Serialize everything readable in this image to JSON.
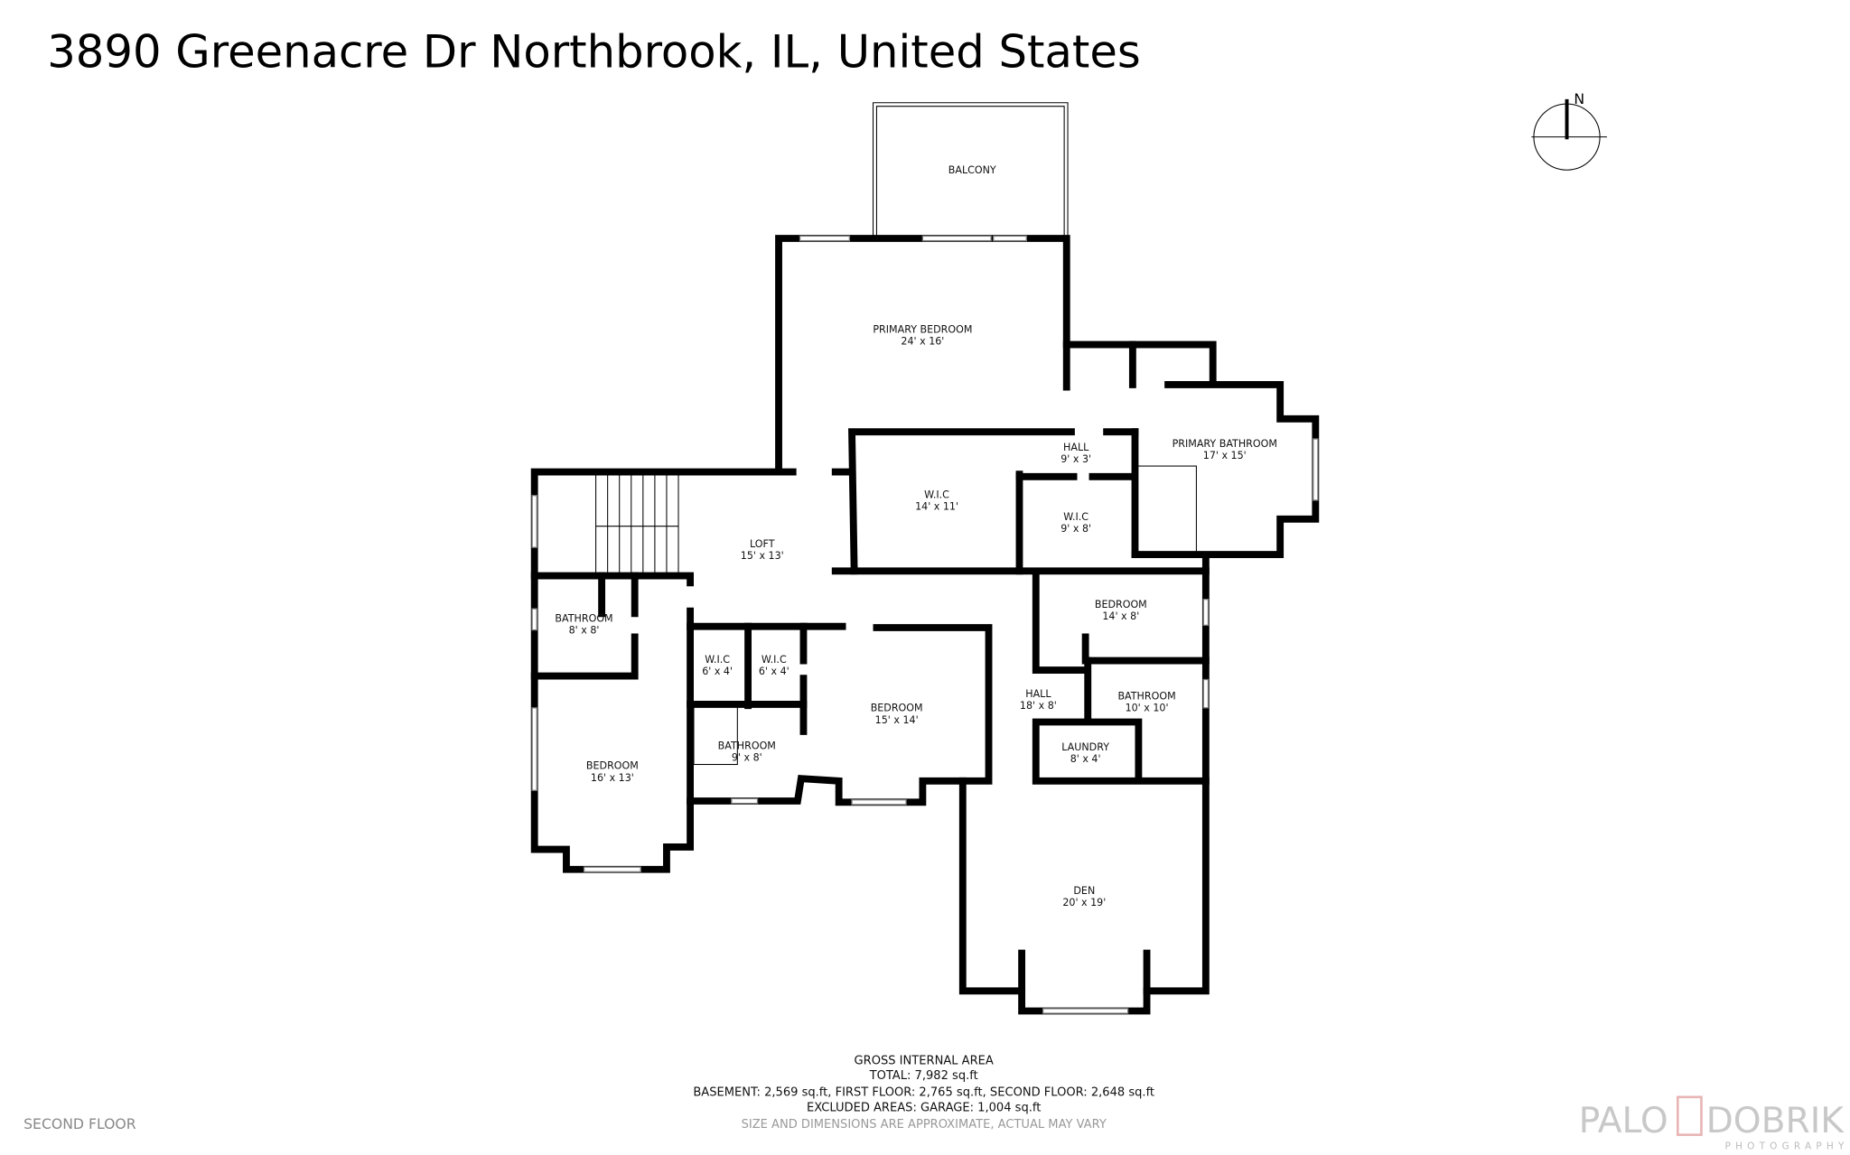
{
  "header": {
    "title": "3890 Greenacre Dr Northbrook, IL, United States"
  },
  "compass": {
    "north_label": "N",
    "icon": "compass-north-icon"
  },
  "rooms": [
    {
      "name": "BALCONY",
      "dims": ""
    },
    {
      "name": "PRIMARY BEDROOM",
      "dims": "24' x 16'"
    },
    {
      "name": "PRIMARY BATHROOM",
      "dims": "17' x 15'"
    },
    {
      "name": "HALL",
      "dims": "9' x 3'"
    },
    {
      "name": "W.I.C",
      "dims": "14' x 11'"
    },
    {
      "name": "W.I.C",
      "dims": "9' x 8'"
    },
    {
      "name": "LOFT",
      "dims": "15' x 13'"
    },
    {
      "name": "BATHROOM",
      "dims": "8' x 8'"
    },
    {
      "name": "W.I.C",
      "dims": "6' x 4'"
    },
    {
      "name": "W.I.C",
      "dims": "6' x 4'"
    },
    {
      "name": "BEDROOM",
      "dims": "15' x 14'"
    },
    {
      "name": "BATHROOM",
      "dims": "9' x 8'"
    },
    {
      "name": "BEDROOM",
      "dims": "16' x 13'"
    },
    {
      "name": "BEDROOM",
      "dims": "14' x 8'"
    },
    {
      "name": "HALL",
      "dims": "18' x 8'"
    },
    {
      "name": "BATHROOM",
      "dims": "10' x 10'"
    },
    {
      "name": "LAUNDRY",
      "dims": "8' x 4'"
    },
    {
      "name": "DEN",
      "dims": "20' x 19'"
    }
  ],
  "footer": {
    "gia_title": "GROSS INTERNAL AREA",
    "total": "TOTAL: 7,982 sq.ft",
    "breakdown": "BASEMENT: 2,569 sq.ft, FIRST FLOOR: 2,765 sq.ft, SECOND FLOOR: 2,648 sq.ft",
    "excluded": "EXCLUDED AREAS: GARAGE: 1,004 sq.ft",
    "disclaimer": "SIZE AND DIMENSIONS ARE APPROXIMATE, ACTUAL MAY VARY",
    "floor_label": "SECOND FLOOR"
  },
  "logo": {
    "text_left": "PALO",
    "text_right": "DOBRIK",
    "sub": "PHOTOGRAPHY",
    "accent": "#e8b4b4"
  }
}
